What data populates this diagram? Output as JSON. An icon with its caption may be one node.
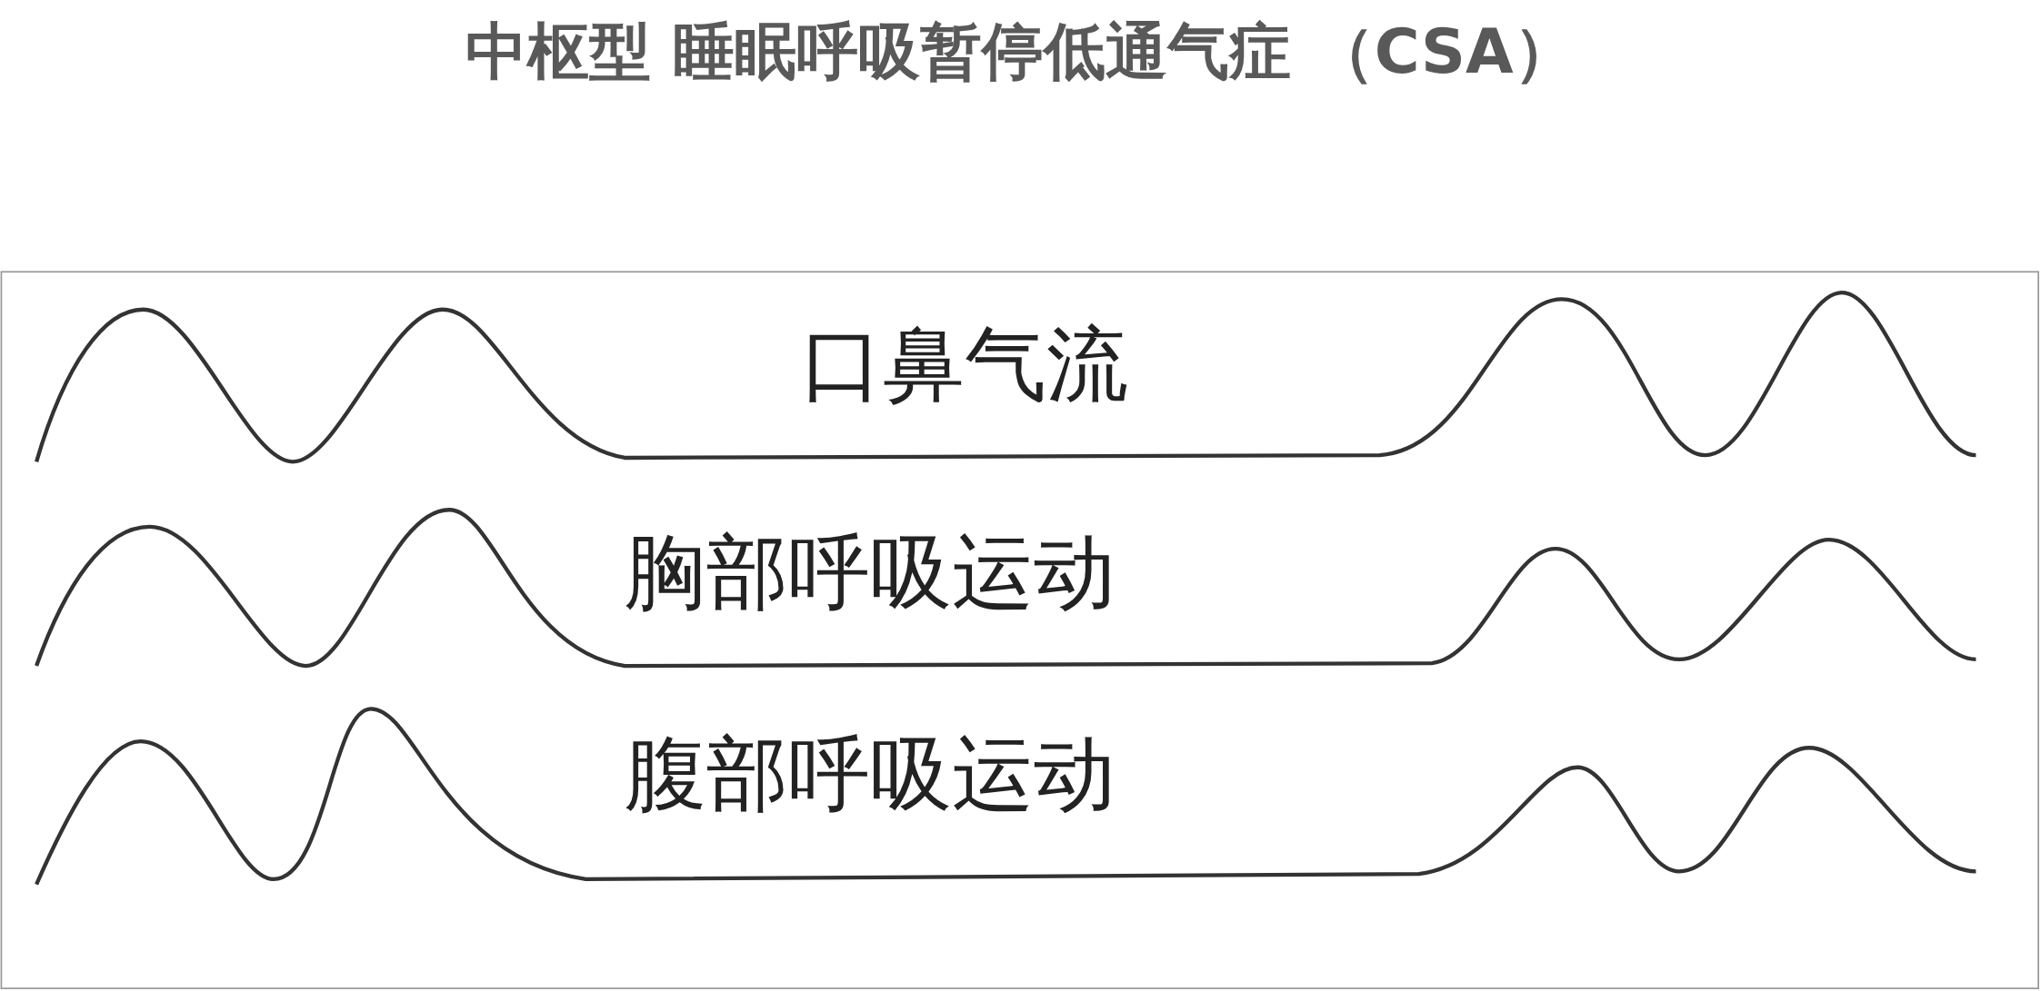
{
  "diagram": {
    "title": "**中枢型** 睡眠呼吸暂停低通气症 （CSA）",
    "labels": [
      "口鼻气流",
      "胸部呼吸运动",
      "腹部呼吸运动"
    ]
  }
}
